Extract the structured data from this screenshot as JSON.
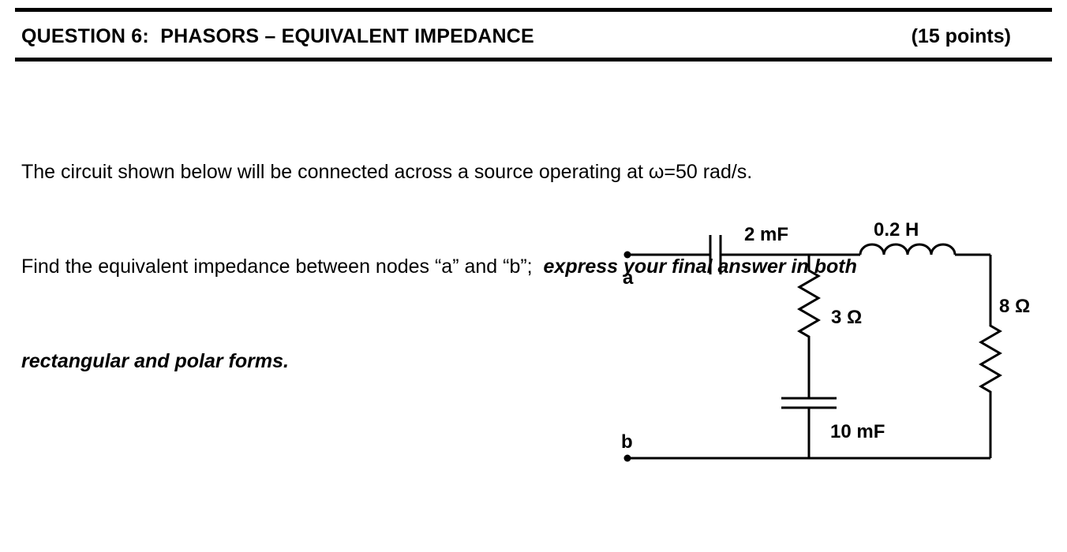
{
  "header": {
    "title": "QUESTION 6:  PHASORS – EQUIVALENT IMPEDANCE",
    "points": "(15 points)"
  },
  "body": {
    "line1": "The circuit shown below will be connected across a source operating at ω=50 rad/s.",
    "line2_regular": "Find the equivalent impedance between nodes “a” and “b”;  ",
    "line2_emphasis": "express your final answer in both",
    "line3_emphasis": "rectangular and polar forms."
  },
  "circuit": {
    "node_a_label": "a",
    "node_b_label": "b",
    "series_capacitor_label": "2 mF",
    "inductor_label": "0.2 H",
    "middle_resistor_label": "3 Ω",
    "right_resistor_label": "8 Ω",
    "bottom_capacitor_label": "10 mF"
  }
}
